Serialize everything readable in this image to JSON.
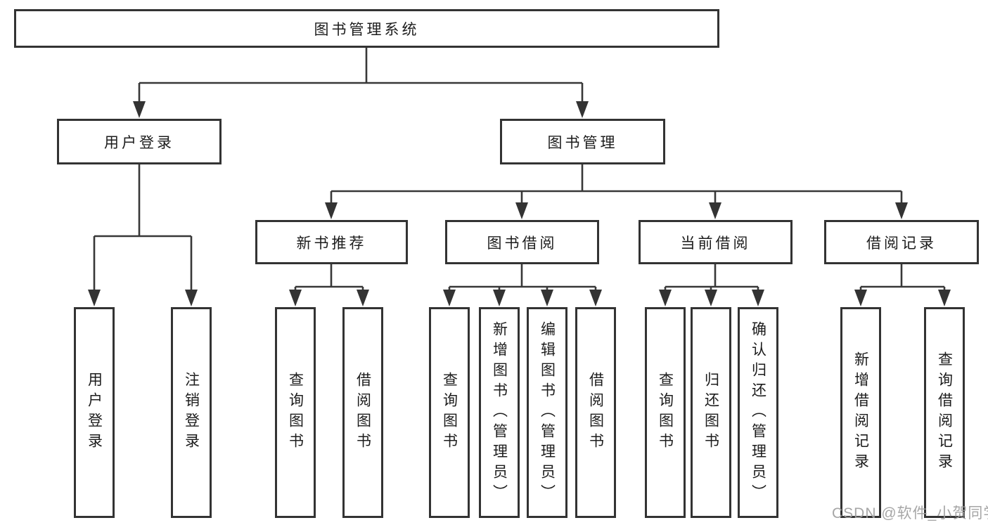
{
  "colors": {
    "line": "#383838",
    "box_border": "#333333",
    "text": "#1c1c1c",
    "watermark": "#9e9e9e",
    "background": "#ffffff"
  },
  "tree": {
    "label": "图书管理系统",
    "children": [
      {
        "label": "用户登录",
        "children": [
          {
            "label": "用户登录"
          },
          {
            "label": "注销登录"
          }
        ]
      },
      {
        "label": "图书管理",
        "children": [
          {
            "label": "新书推荐",
            "children": [
              {
                "label": "查询图书"
              },
              {
                "label": "借阅图书"
              }
            ]
          },
          {
            "label": "图书借阅",
            "children": [
              {
                "label": "查询图书"
              },
              {
                "label": "新增图书（管理员）"
              },
              {
                "label": "编辑图书（管理员）"
              },
              {
                "label": "借阅图书"
              }
            ]
          },
          {
            "label": "当前借阅",
            "children": [
              {
                "label": "查询图书"
              },
              {
                "label": "归还图书"
              },
              {
                "label": "确认归还（管理员）"
              }
            ]
          },
          {
            "label": "借阅记录",
            "children": [
              {
                "label": "新增借阅记录"
              },
              {
                "label": "查询借阅记录"
              }
            ]
          }
        ]
      }
    ]
  },
  "watermark": {
    "text": "CSDN @软件_小贺同学"
  }
}
